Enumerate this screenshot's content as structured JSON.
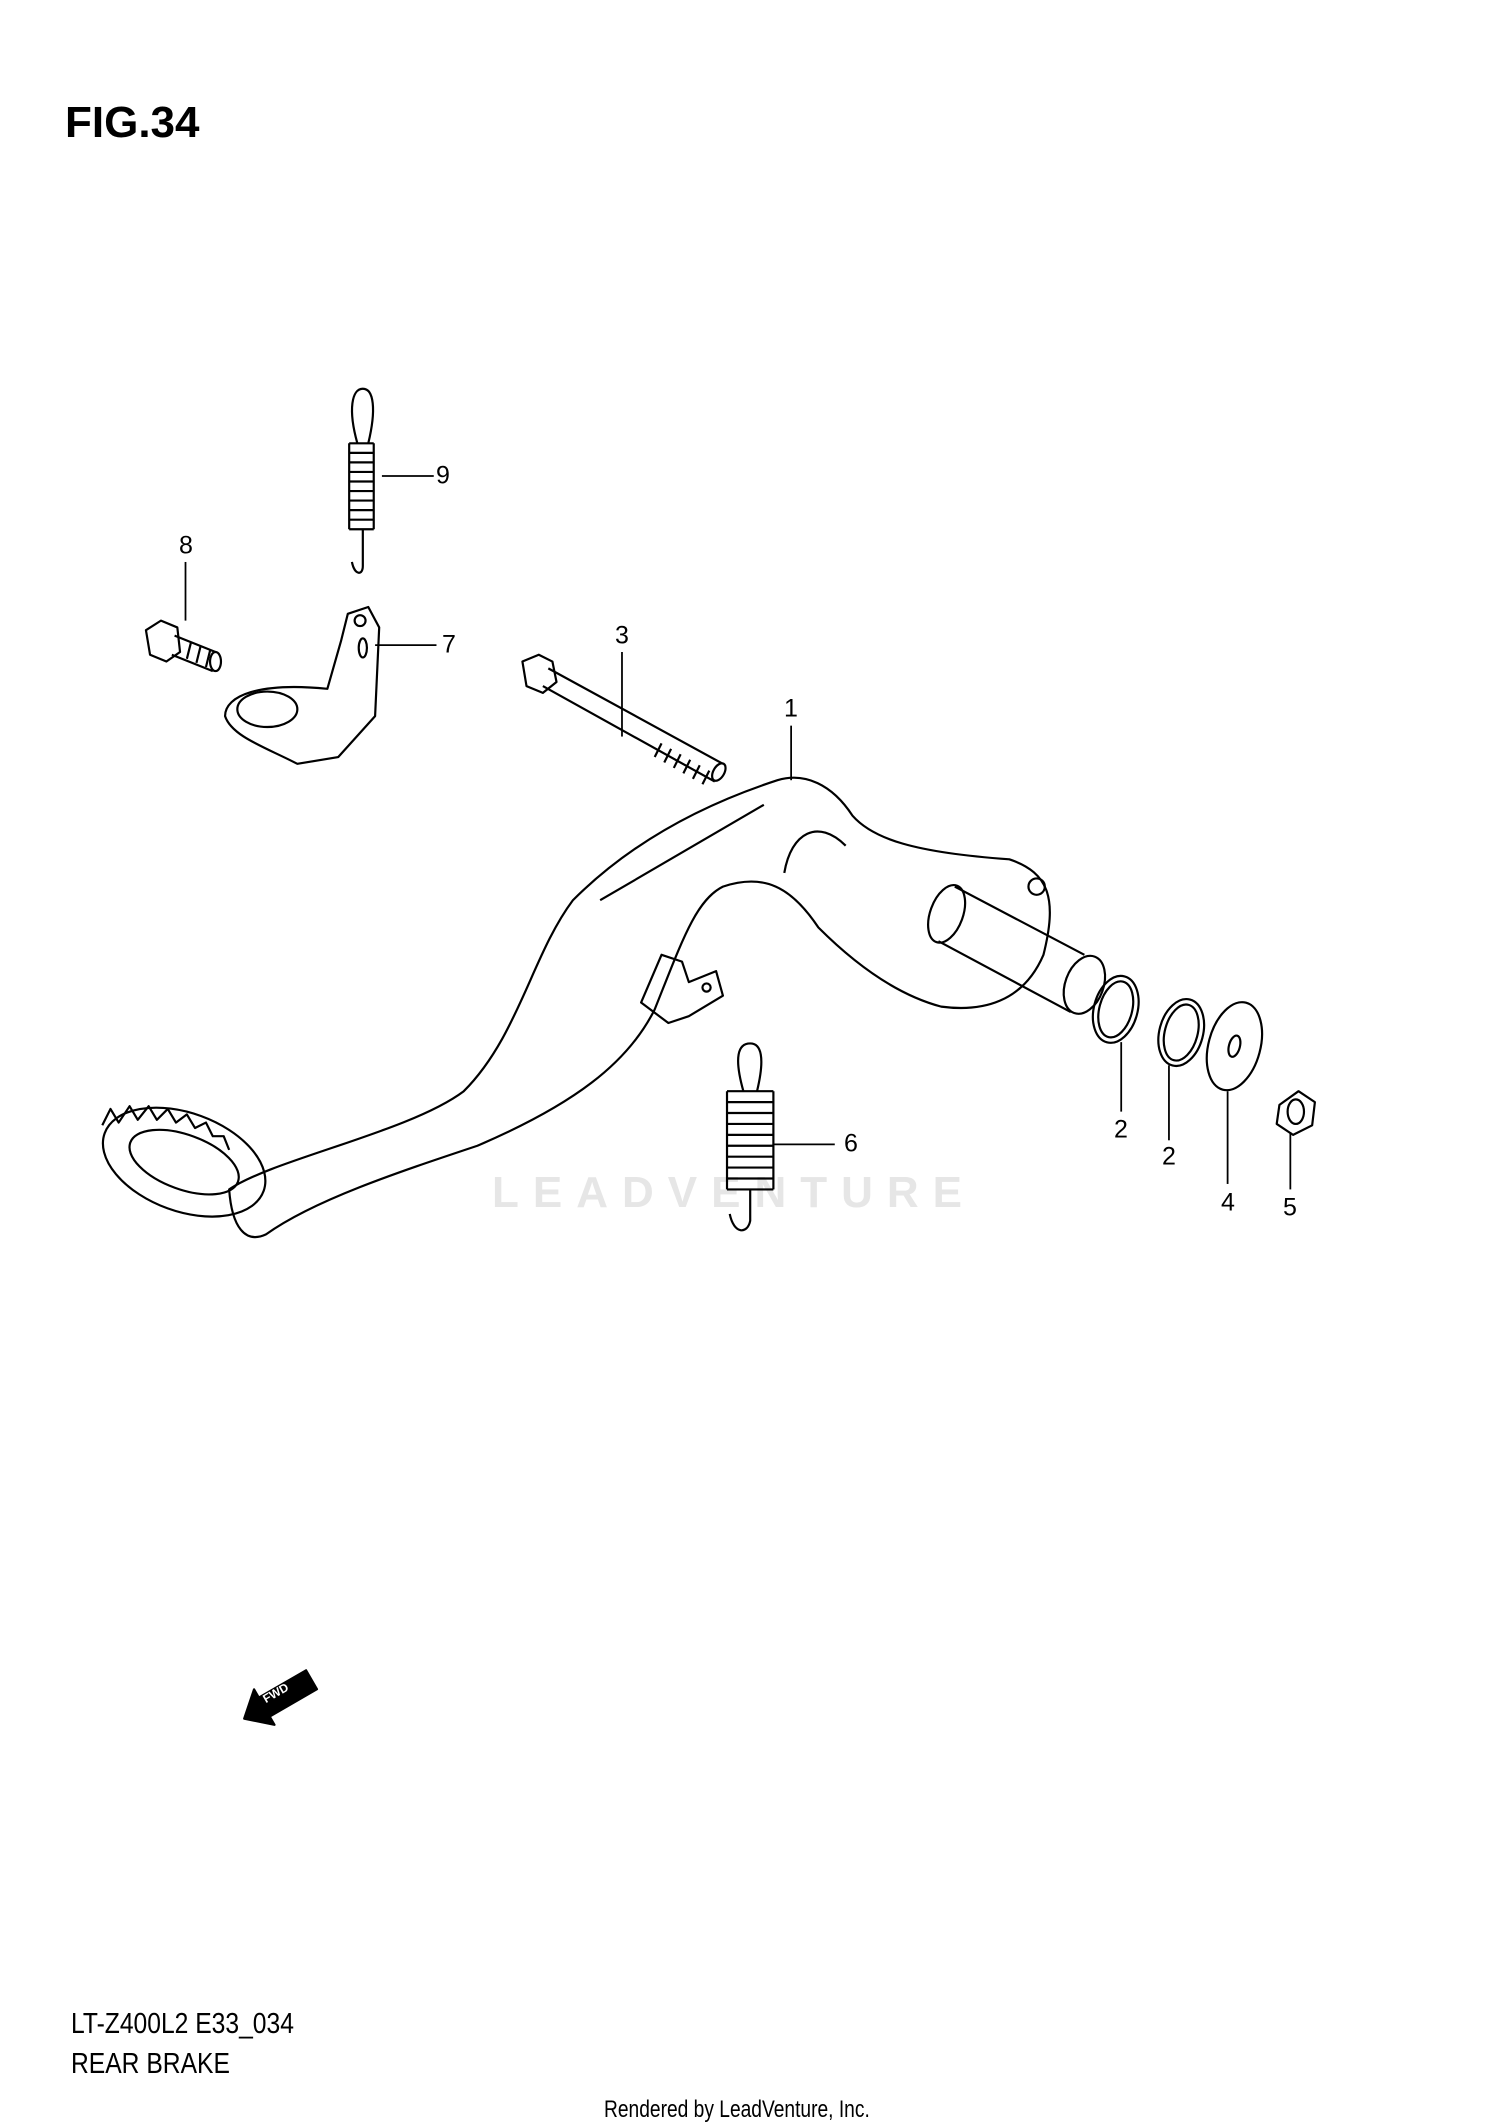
{
  "figure": {
    "title": "FIG.34"
  },
  "callouts": [
    {
      "id": "1",
      "text": "1"
    },
    {
      "id": "2a",
      "text": "2"
    },
    {
      "id": "2b",
      "text": "2"
    },
    {
      "id": "3",
      "text": "3"
    },
    {
      "id": "4",
      "text": "4"
    },
    {
      "id": "5",
      "text": "5"
    },
    {
      "id": "6",
      "text": "6"
    },
    {
      "id": "7",
      "text": "7"
    },
    {
      "id": "8",
      "text": "8"
    },
    {
      "id": "9",
      "text": "9"
    }
  ],
  "fwd_arrow": {
    "text": "FWD"
  },
  "footer": {
    "model_code": "LT-Z400L2 E33_034",
    "section_title": "REAR BRAKE",
    "credit": "Rendered by LeadVenture, Inc."
  },
  "watermark": {
    "text": "LEADVENTURE"
  }
}
